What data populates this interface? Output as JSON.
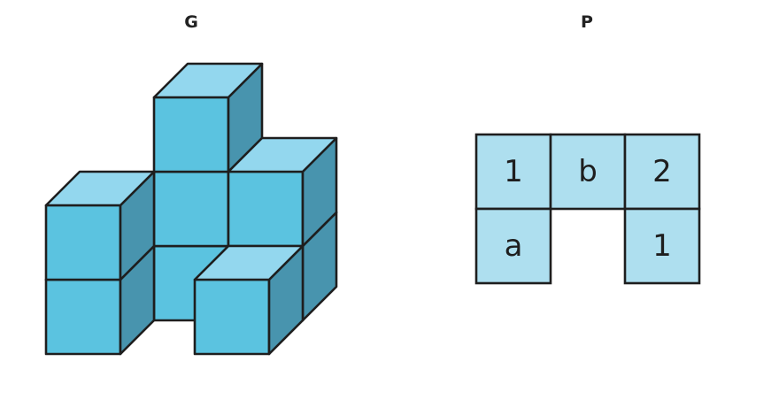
{
  "left_panel": {
    "title": "G",
    "cube_count": 9,
    "colors": {
      "top": "#93d7ee",
      "front": "#5bc3e0",
      "side": "#4894ae",
      "edge": "#1e1e1e"
    }
  },
  "right_panel": {
    "title": "P",
    "cells": [
      {
        "label": "1",
        "row": 0,
        "col": 0
      },
      {
        "label": "b",
        "row": 0,
        "col": 1
      },
      {
        "label": "2",
        "row": 0,
        "col": 2
      },
      {
        "label": "a",
        "row": 1,
        "col": 0
      },
      {
        "label": "1",
        "row": 1,
        "col": 2
      }
    ],
    "colors": {
      "fill": "#aedfef",
      "edge": "#1e1e1e"
    }
  }
}
